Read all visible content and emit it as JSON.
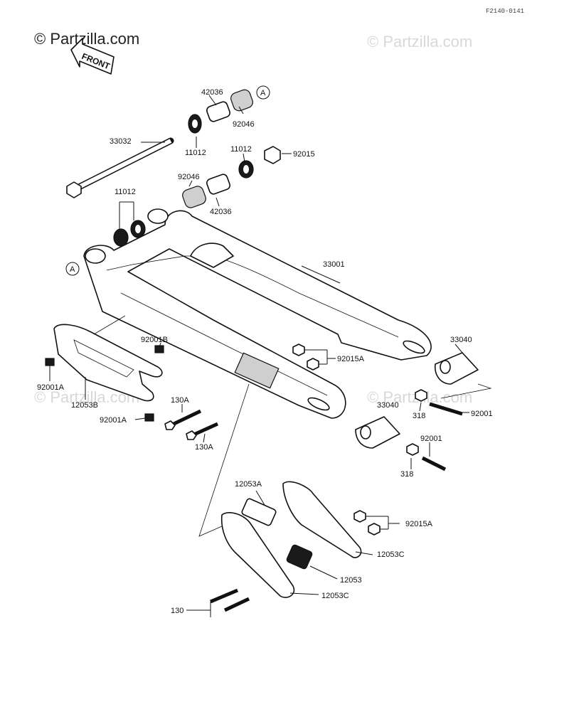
{
  "header": {
    "watermark": "© Partzilla.com",
    "watermark_faded": "© Partzilla.com",
    "diagram_code": "F2140-0141",
    "front_label": "FRONT"
  },
  "callouts": {
    "ref_a": "A"
  },
  "parts": [
    {
      "number": "42036"
    },
    {
      "number": "92046"
    },
    {
      "number": "11012"
    },
    {
      "number": "33032"
    },
    {
      "number": "11012"
    },
    {
      "number": "92015"
    },
    {
      "number": "92046"
    },
    {
      "number": "42036"
    },
    {
      "number": "11012"
    },
    {
      "number": "33001"
    },
    {
      "number": "33040"
    },
    {
      "number": "92001B"
    },
    {
      "number": "92015A"
    },
    {
      "number": "92001A"
    },
    {
      "number": "12053B"
    },
    {
      "number": "130A"
    },
    {
      "number": "92001A"
    },
    {
      "number": "130A"
    },
    {
      "number": "33040"
    },
    {
      "number": "318"
    },
    {
      "number": "92001"
    },
    {
      "number": "92001"
    },
    {
      "number": "318"
    },
    {
      "number": "12053A"
    },
    {
      "number": "92015A"
    },
    {
      "number": "12053C"
    },
    {
      "number": "12053"
    },
    {
      "number": "12053C"
    },
    {
      "number": "130"
    }
  ]
}
